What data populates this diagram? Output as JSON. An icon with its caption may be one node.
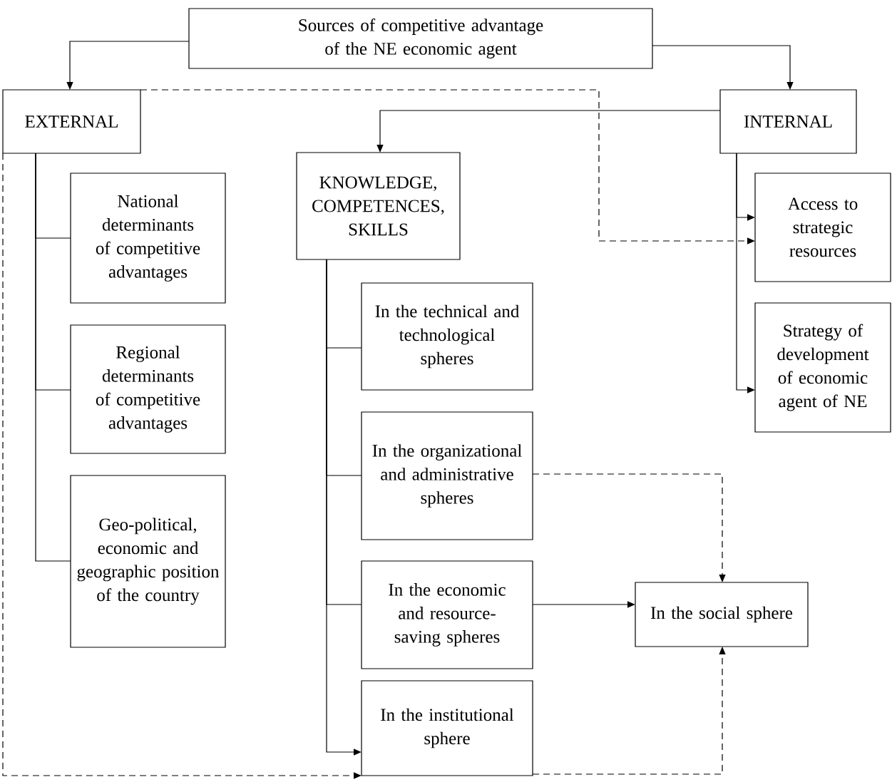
{
  "diagram": {
    "nodes": [
      {
        "text": [
          "Sources of competitive advantage of the NE economic agent"
        ]
      },
      {
        "text": [
          "EXTERNAL"
        ]
      },
      {
        "text": [
          "INTERNAL"
        ]
      },
      {
        "text": [
          "KNOWLEDGE, COMPETENCES, SKILLS"
        ]
      },
      {
        "text": [
          "National determinants of competitive advantages"
        ]
      },
      {
        "text": [
          "Regional determinants of competitive advantages"
        ]
      },
      {
        "text": [
          "Geo-political, economic and geographic position of the country"
        ]
      },
      {
        "text": [
          "Access to strategic resources"
        ]
      },
      {
        "text": [
          "Strategy of development of economic agent of NE"
        ]
      },
      {
        "text": [
          "In the technical and technological spheres"
        ]
      },
      {
        "text": [
          "In the organizational and administrative spheres"
        ]
      },
      {
        "text": [
          "In the economic and resource-saving spheres"
        ]
      },
      {
        "text": [
          "In the institutional sphere"
        ]
      },
      {
        "text": [
          "In the social sphere"
        ]
      }
    ],
    "edges": [
      {
        "from": 0,
        "to": 1,
        "arrow": "to"
      },
      {
        "from": 0,
        "to": 2,
        "arrow": "to"
      },
      {
        "from": 2,
        "to": 3,
        "arrow": "to"
      },
      {
        "from": 1,
        "to": 4,
        "arrow": "none"
      },
      {
        "from": 1,
        "to": 5,
        "arrow": "none"
      },
      {
        "from": 1,
        "to": 6,
        "arrow": "none"
      },
      {
        "from": 2,
        "to": 7,
        "arrow": "to"
      },
      {
        "from": 2,
        "to": 8,
        "arrow": "to"
      },
      {
        "from": 1,
        "to": 7,
        "arrow": "to",
        "style": "dashed"
      },
      {
        "from": 1,
        "to": 12,
        "arrow": "to",
        "style": "dashed"
      },
      {
        "from": 3,
        "to": 9,
        "arrow": "none"
      },
      {
        "from": 3,
        "to": 10,
        "arrow": "none"
      },
      {
        "from": 3,
        "to": 11,
        "arrow": "none"
      },
      {
        "from": 3,
        "to": 12,
        "arrow": "to"
      },
      {
        "from": 10,
        "to": 13,
        "arrow": "to",
        "style": "dashed"
      },
      {
        "from": 11,
        "to": 13,
        "arrow": "to"
      },
      {
        "from": 12,
        "to": 13,
        "arrow": "to",
        "style": "dashed"
      }
    ]
  }
}
